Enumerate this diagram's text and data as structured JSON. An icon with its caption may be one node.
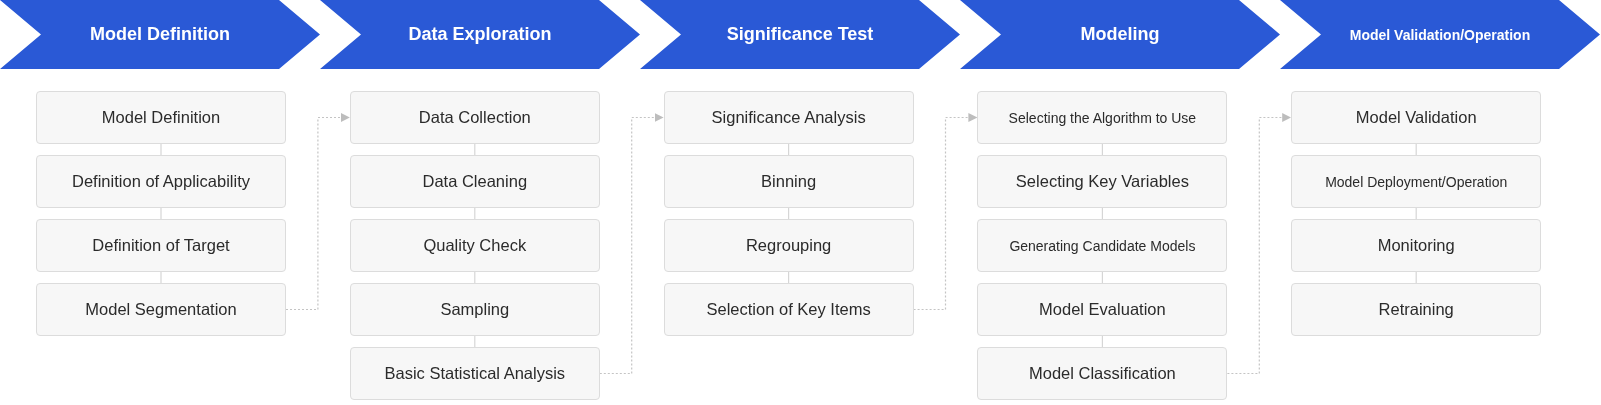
{
  "diagram": {
    "nodes": [
      {
        "text": [
          "Model Definition"
        ]
      },
      {
        "text": [
          "Model Definition"
        ]
      },
      {
        "text": [
          "Definition of Applicability"
        ]
      },
      {
        "text": [
          "Definition of Target"
        ]
      },
      {
        "text": [
          "Model Segmentation"
        ]
      },
      {
        "text": [
          "Data Exploration"
        ]
      },
      {
        "text": [
          "Data Collection"
        ]
      },
      {
        "text": [
          "Data Cleaning"
        ]
      },
      {
        "text": [
          "Quality Check"
        ]
      },
      {
        "text": [
          "Sampling"
        ]
      },
      {
        "text": [
          "Basic Statistical Analysis"
        ]
      },
      {
        "text": [
          "Significance Test"
        ]
      },
      {
        "text": [
          "Significance Analysis"
        ]
      },
      {
        "text": [
          "Binning"
        ]
      },
      {
        "text": [
          "Regrouping"
        ]
      },
      {
        "text": [
          "Selection of Key Items"
        ]
      },
      {
        "text": [
          "Modeling"
        ]
      },
      {
        "text": [
          "Selecting the Algorithm to Use"
        ]
      },
      {
        "text": [
          "Selecting Key Variables"
        ]
      },
      {
        "text": [
          "Generating Candidate Models"
        ]
      },
      {
        "text": [
          "Model Evaluation"
        ]
      },
      {
        "text": [
          "Model Classification"
        ]
      },
      {
        "text": [
          "Model Validation/Operation"
        ]
      },
      {
        "text": [
          "Model Validation"
        ]
      },
      {
        "text": [
          "Model Deployment/Operation"
        ]
      },
      {
        "text": [
          "Monitoring"
        ]
      },
      {
        "text": [
          "Retraining"
        ]
      }
    ],
    "edges": [
      {
        "from": 1,
        "to": 2,
        "arrow": "none"
      },
      {
        "from": 2,
        "to": 3,
        "arrow": "none"
      },
      {
        "from": 3,
        "to": 4,
        "arrow": "none"
      },
      {
        "from": 4,
        "to": 6,
        "arrow": "to",
        "style": "dashed"
      },
      {
        "from": 6,
        "to": 7,
        "arrow": "none"
      },
      {
        "from": 7,
        "to": 8,
        "arrow": "none"
      },
      {
        "from": 8,
        "to": 9,
        "arrow": "none"
      },
      {
        "from": 9,
        "to": 10,
        "arrow": "none"
      },
      {
        "from": 10,
        "to": 12,
        "arrow": "to",
        "style": "dashed"
      },
      {
        "from": 12,
        "to": 13,
        "arrow": "none"
      },
      {
        "from": 13,
        "to": 14,
        "arrow": "none"
      },
      {
        "from": 14,
        "to": 15,
        "arrow": "none"
      },
      {
        "from": 15,
        "to": 17,
        "arrow": "to",
        "style": "dashed"
      },
      {
        "from": 17,
        "to": 18,
        "arrow": "none"
      },
      {
        "from": 18,
        "to": 19,
        "arrow": "none"
      },
      {
        "from": 19,
        "to": 20,
        "arrow": "none"
      },
      {
        "from": 20,
        "to": 21,
        "arrow": "none"
      },
      {
        "from": 21,
        "to": 23,
        "arrow": "to",
        "style": "dashed"
      },
      {
        "from": 23,
        "to": 24,
        "arrow": "none"
      },
      {
        "from": 24,
        "to": 25,
        "arrow": "none"
      },
      {
        "from": 25,
        "to": 26,
        "arrow": "none"
      }
    ]
  }
}
